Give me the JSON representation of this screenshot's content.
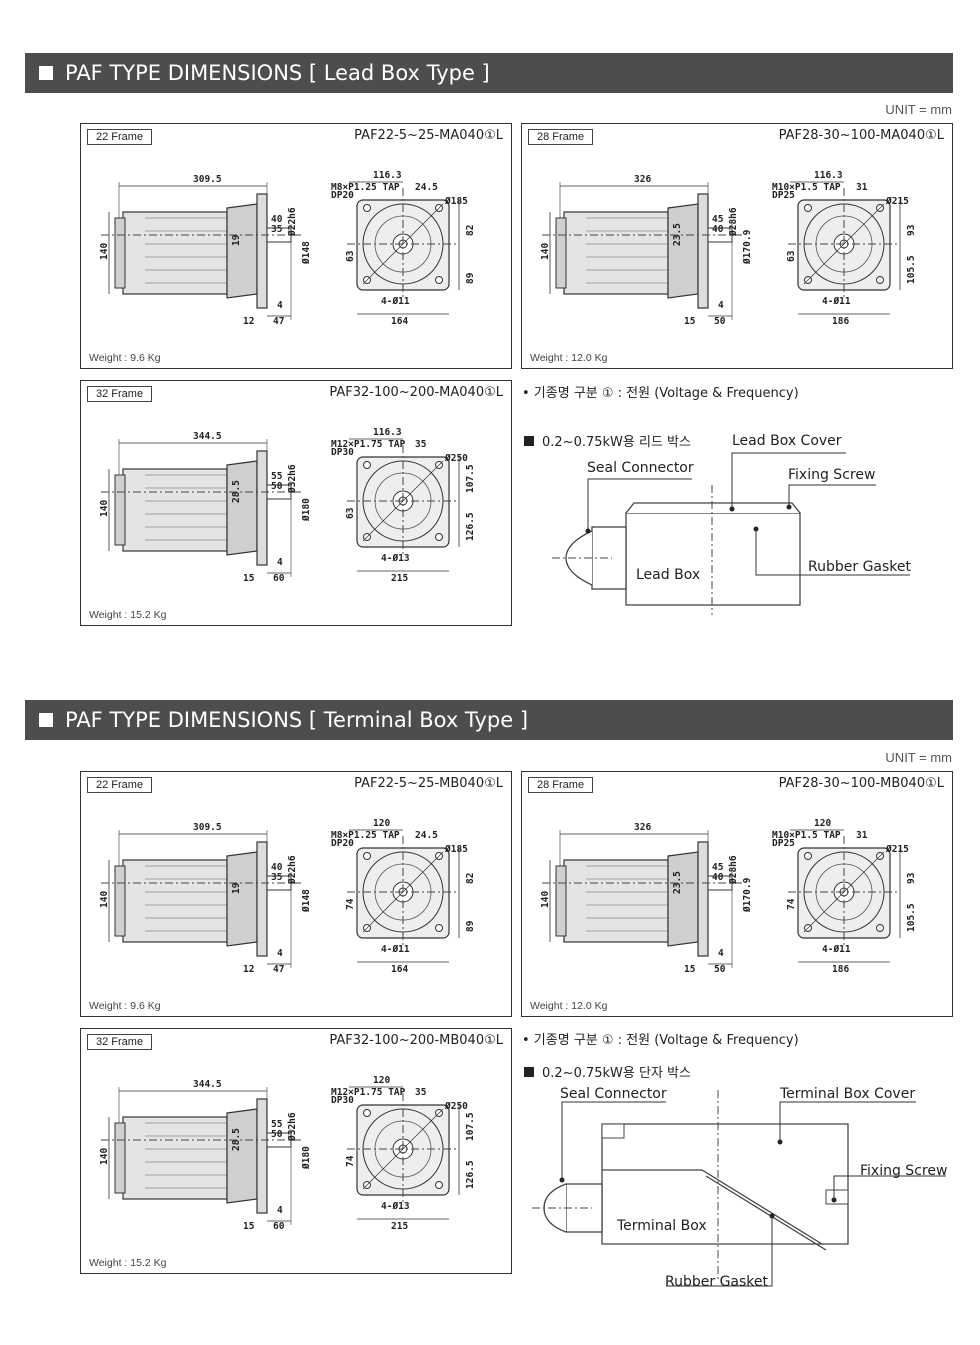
{
  "sections": [
    {
      "title": "PAF TYPE DIMENSIONS [ Lead Box Type ]",
      "unit": "UNIT = mm",
      "frames": [
        {
          "tag": "22 Frame",
          "model": "PAF22-5~25-MA040①L",
          "weight": "Weight : 9.6 Kg",
          "dims": {
            "total": "309.5",
            "top": "116.3",
            "pitch": "24.5",
            "dia": "Ø185",
            "tap": "M8×P1.25 TAP",
            "depth": "DP20",
            "shaft": "40",
            "shaft2": "35",
            "pilot": "Ø22h6",
            "flange": "Ø148",
            "height": "140",
            "h2": "19",
            "h3": "63",
            "r1": "82",
            "r2": "89",
            "base1": "12",
            "base2": "47",
            "base3": "4",
            "holes": "4-Ø11",
            "width": "164"
          }
        },
        {
          "tag": "28 Frame",
          "model": "PAF28-30~100-MA040①L",
          "weight": "Weight : 12.0 Kg",
          "dims": {
            "total": "326",
            "top": "116.3",
            "pitch": "31",
            "dia": "Ø215",
            "tap": "M10×P1.5 TAP",
            "depth": "DP25",
            "shaft": "45",
            "shaft2": "40",
            "pilot": "Ø28h6",
            "flange": "Ø170.9",
            "height": "140",
            "h2": "23.5",
            "h3": "63",
            "r1": "93",
            "r2": "105.5",
            "base1": "15",
            "base2": "50",
            "base3": "4",
            "holes": "4-Ø11",
            "width": "186"
          }
        },
        {
          "tag": "32 Frame",
          "model": "PAF32-100~200-MA040①L",
          "weight": "Weight : 15.2 Kg",
          "dims": {
            "total": "344.5",
            "top": "116.3",
            "pitch": "35",
            "dia": "Ø250",
            "tap": "M12×P1.75 TAP",
            "depth": "DP30",
            "shaft": "55",
            "shaft2": "50",
            "pilot": "Ø32h6",
            "flange": "Ø180",
            "height": "140",
            "h2": "28.5",
            "h3": "63",
            "r1": "107.5",
            "r2": "126.5",
            "base1": "15",
            "base2": "60",
            "base3": "4",
            "holes": "4-Ø13",
            "width": "215"
          }
        }
      ],
      "note": "• 기종명 구분 ① : 전원 (Voltage & Frequency)",
      "box_title": "0.2~0.75kW용 리드 박스",
      "box_labels": {
        "a": "Lead Box Cover",
        "b": "Seal Connector",
        "c": "Fixing Screw",
        "d": "Rubber Gasket",
        "e": "Lead Box"
      }
    },
    {
      "title": "PAF TYPE DIMENSIONS [ Terminal Box Type ]",
      "unit": "UNIT = mm",
      "frames": [
        {
          "tag": "22 Frame",
          "model": "PAF22-5~25-MB040①L",
          "weight": "Weight : 9.6 Kg",
          "dims": {
            "total": "309.5",
            "top": "120",
            "pitch": "24.5",
            "dia": "Ø185",
            "tap": "M8×P1.25 TAP",
            "depth": "DP20",
            "shaft": "40",
            "shaft2": "35",
            "pilot": "Ø22h6",
            "flange": "Ø148",
            "height": "140",
            "h2": "19",
            "h3": "74",
            "r1": "82",
            "r2": "89",
            "base1": "12",
            "base2": "47",
            "base3": "4",
            "holes": "4-Ø11",
            "width": "164"
          }
        },
        {
          "tag": "28 Frame",
          "model": "PAF28-30~100-MB040①L",
          "weight": "Weight : 12.0 Kg",
          "dims": {
            "total": "326",
            "top": "120",
            "pitch": "31",
            "dia": "Ø215",
            "tap": "M10×P1.5 TAP",
            "depth": "DP25",
            "shaft": "45",
            "shaft2": "40",
            "pilot": "Ø28h6",
            "flange": "Ø170.9",
            "height": "140",
            "h2": "23.5",
            "h3": "74",
            "r1": "93",
            "r2": "105.5",
            "base1": "15",
            "base2": "50",
            "base3": "4",
            "holes": "4-Ø11",
            "width": "186"
          }
        },
        {
          "tag": "32 Frame",
          "model": "PAF32-100~200-MB040①L",
          "weight": "Weight : 15.2 Kg",
          "dims": {
            "total": "344.5",
            "top": "120",
            "pitch": "35",
            "dia": "Ø250",
            "tap": "M12×P1.75 TAP",
            "depth": "DP30",
            "shaft": "55",
            "shaft2": "50",
            "pilot": "Ø32h6",
            "flange": "Ø180",
            "height": "140",
            "h2": "28.5",
            "h3": "74",
            "r1": "107.5",
            "r2": "126.5",
            "base1": "15",
            "base2": "60",
            "base3": "4",
            "holes": "4-Ø13",
            "width": "215"
          }
        }
      ],
      "note": "• 기종명 구분 ① : 전원 (Voltage & Frequency)",
      "box_title": "0.2~0.75kW용 단자 박스",
      "box_labels": {
        "a": "Terminal Box Cover",
        "b": "Seal Connector",
        "c": "Fixing Screw",
        "d": "Rubber Gasket",
        "e": "Terminal Box"
      }
    }
  ]
}
